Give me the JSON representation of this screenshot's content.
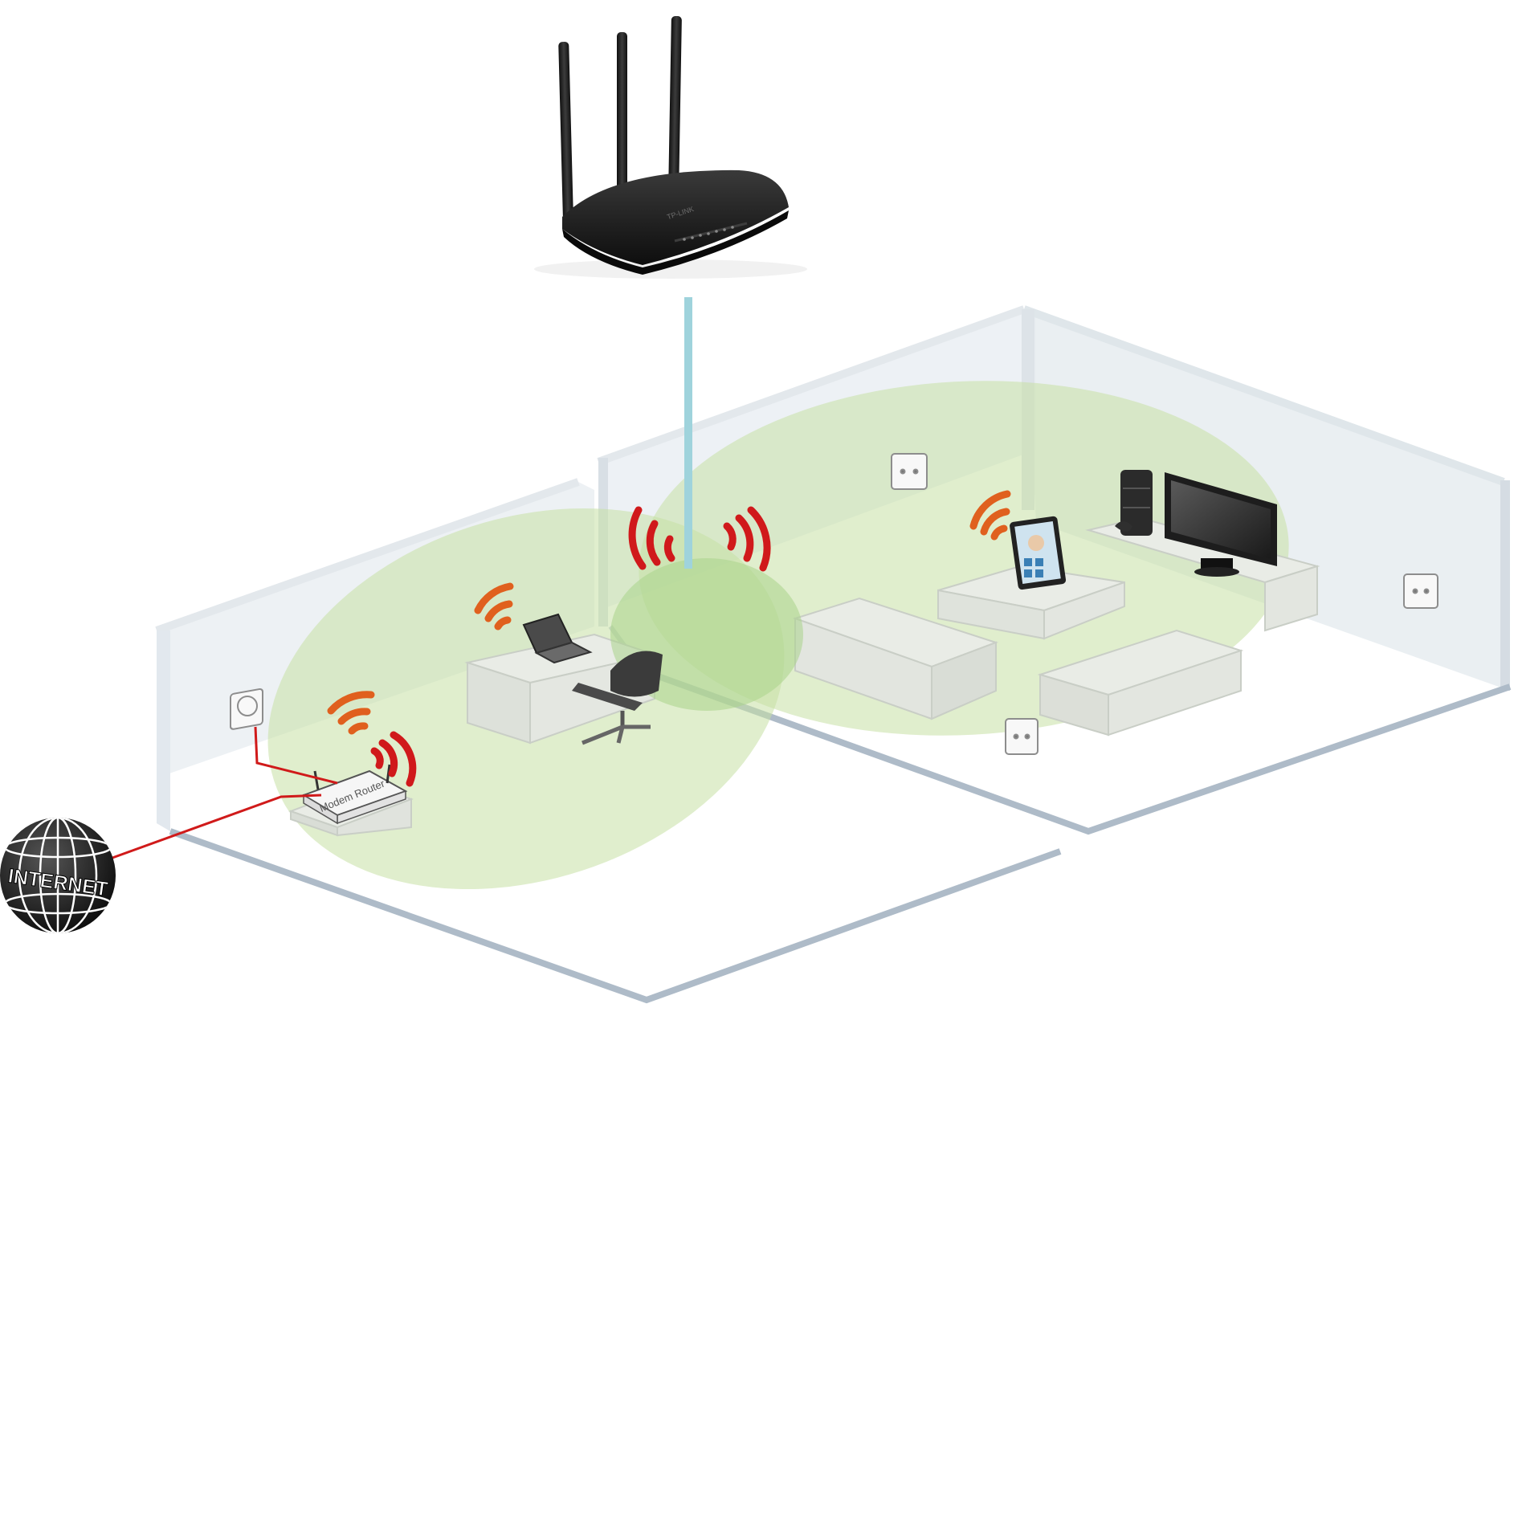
{
  "labels": {
    "internet": "INTERNET",
    "modem_router": "Modem Router",
    "router_brand": "TP-LINK"
  },
  "colors": {
    "wifi_orange": "#e0601e",
    "wifi_red": "#d0191b",
    "coverage_green": "#c7e0a4",
    "coverage_overlap": "#a9d38a",
    "cable_red": "#d01a1a",
    "wireless_link": "#9fd3dc",
    "wall": "#dfe6ec",
    "floor_edge": "#a9b8c6",
    "router_black": "#1c1c1c"
  },
  "devices": {
    "router_top": "tp-link-router",
    "modem": "modem-router",
    "globe": "internet-globe"
  }
}
